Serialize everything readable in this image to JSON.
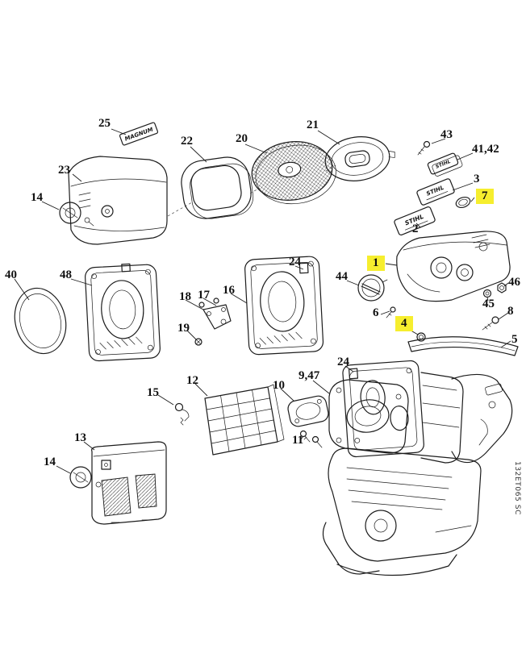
{
  "meta": {
    "background": "#ffffff",
    "line_color": "#1c1c1c",
    "highlight_color": "#f6ee2e"
  },
  "watermark": "132ET065 SC",
  "art_text": {
    "badge_magnum": "MAGNUM",
    "plate_41_42": "STIHL",
    "plate_3": "STIHL",
    "plate_2": "STIHL"
  },
  "callouts": [
    {
      "label": "25",
      "highlighted": false
    },
    {
      "label": "23",
      "highlighted": false
    },
    {
      "label": "14",
      "highlighted": false
    },
    {
      "label": "22",
      "highlighted": false
    },
    {
      "label": "20",
      "highlighted": false
    },
    {
      "label": "21",
      "highlighted": false
    },
    {
      "label": "43",
      "highlighted": false
    },
    {
      "label": "41,42",
      "highlighted": false
    },
    {
      "label": "3",
      "highlighted": false
    },
    {
      "label": "7",
      "highlighted": true
    },
    {
      "label": "2",
      "highlighted": false
    },
    {
      "label": "1",
      "highlighted": true
    },
    {
      "label": "44",
      "highlighted": false
    },
    {
      "label": "6",
      "highlighted": false
    },
    {
      "label": "46",
      "highlighted": false
    },
    {
      "label": "45",
      "highlighted": false
    },
    {
      "label": "8",
      "highlighted": false
    },
    {
      "label": "5",
      "highlighted": false
    },
    {
      "label": "4",
      "highlighted": true
    },
    {
      "label": "24",
      "highlighted": false
    },
    {
      "label": "40",
      "highlighted": false
    },
    {
      "label": "48",
      "highlighted": false
    },
    {
      "label": "18",
      "highlighted": false
    },
    {
      "label": "17",
      "highlighted": false
    },
    {
      "label": "16",
      "highlighted": false
    },
    {
      "label": "19",
      "highlighted": false
    },
    {
      "label": "12",
      "highlighted": false
    },
    {
      "label": "15",
      "highlighted": false
    },
    {
      "label": "10",
      "highlighted": false
    },
    {
      "label": "9,47",
      "highlighted": false
    },
    {
      "label": "11",
      "highlighted": false
    },
    {
      "label": "13",
      "highlighted": false
    },
    {
      "label": "14",
      "highlighted": false
    },
    {
      "label": "24",
      "highlighted": false
    }
  ]
}
